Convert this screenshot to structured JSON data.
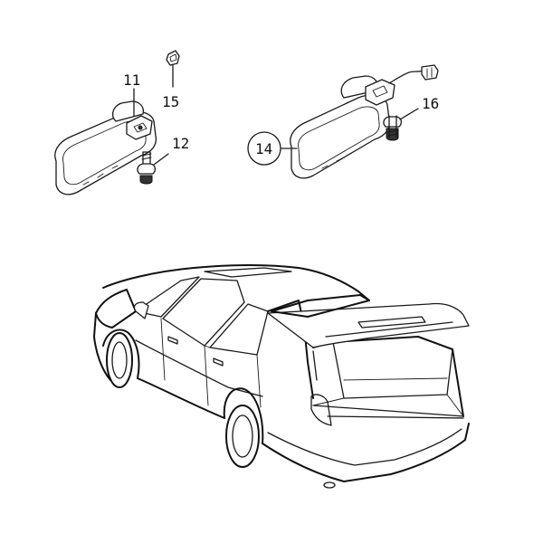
{
  "callouts": {
    "c11": "11",
    "c12": "12",
    "c14": "14",
    "c15": "15",
    "c16": "16"
  },
  "colors": {
    "line": "#1a1a1a",
    "background": "#ffffff"
  }
}
